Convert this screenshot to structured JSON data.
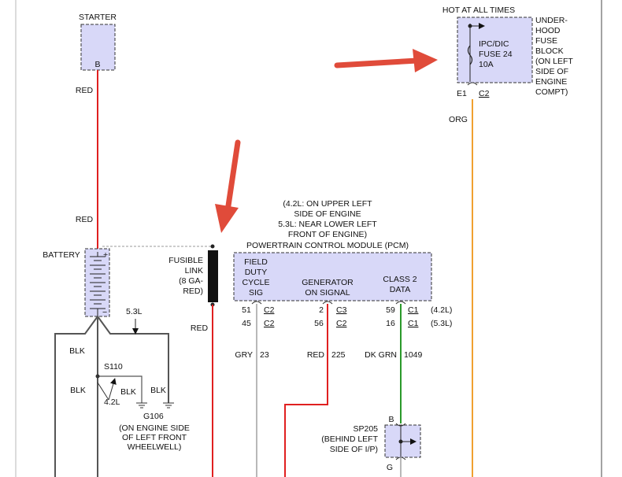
{
  "colors": {
    "red_wire": "#e02020",
    "orange_wire": "#f0a030",
    "green_wire": "#2a9a2a",
    "gray_wire": "#b8b8b8",
    "black_wire": "#555555",
    "component_fill": "#d8d8f8",
    "arrow": "#e04b3a"
  },
  "starter": {
    "title": "STARTER",
    "pin": "B",
    "wire": "RED"
  },
  "fuse_block": {
    "header": "HOT AT ALL TIMES",
    "desc": [
      "UNDER-",
      "HOOD",
      "FUSE",
      "BLOCK",
      "(ON LEFT",
      "SIDE OF",
      "ENGINE",
      "COMPT)"
    ],
    "fuse": [
      "IPC/DIC",
      "FUSE 24",
      "10A"
    ],
    "terminal": "E1",
    "connector": "C2",
    "wire": "ORG"
  },
  "battery": {
    "title": "BATTERY",
    "wire_red": "RED",
    "variant": "5.3L"
  },
  "fusible_link": {
    "label": [
      "FUSIBLE",
      "LINK",
      "(8 GA-",
      "RED)"
    ],
    "wire": "RED"
  },
  "pcm": {
    "location": [
      "(4.2L: ON UPPER LEFT",
      "SIDE OF ENGINE",
      "5.3L: NEAR LOWER LEFT",
      "FRONT OF ENGINE)"
    ],
    "title": "POWERTRAIN CONTROL MODULE (PCM)",
    "signals": [
      {
        "lines": [
          "FIELD",
          "DUTY",
          "CYCLE",
          "SIG"
        ]
      },
      {
        "lines": [
          "GENERATOR",
          "ON SIGNAL"
        ]
      },
      {
        "lines": [
          "CLASS 2",
          "DATA"
        ]
      }
    ],
    "pins": [
      [
        "51",
        "C2",
        "2",
        "C3",
        "59",
        "C1",
        "(4.2L)"
      ],
      [
        "45",
        "C2",
        "56",
        "C2",
        "16",
        "C1",
        "(5.3L)"
      ]
    ],
    "wires": [
      {
        "color": "GRY",
        "circuit": "23"
      },
      {
        "color": "RED",
        "circuit": "225"
      },
      {
        "color": "DK GRN",
        "circuit": "1049"
      }
    ]
  },
  "ground": {
    "blk": "BLK",
    "splice": "S110",
    "variant": "4.2L",
    "id": "G106",
    "location": [
      "(ON ENGINE SIDE",
      "OF LEFT FRONT",
      "WHEELWELL)"
    ]
  },
  "sp205": {
    "id": "SP205",
    "location": [
      "(BEHIND LEFT",
      "SIDE OF I/P)"
    ],
    "pin_top": "B",
    "pin_bottom": "G"
  }
}
